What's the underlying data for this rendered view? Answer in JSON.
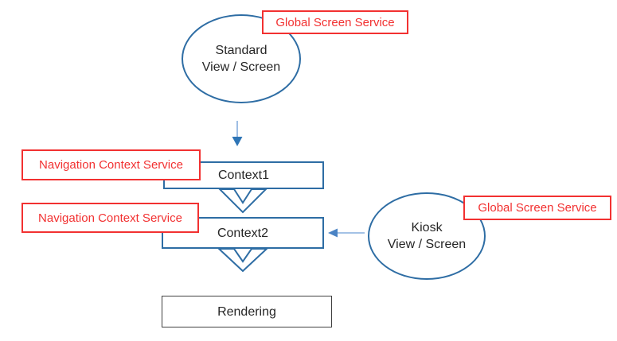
{
  "diagram": {
    "nodes": {
      "standard_screen": {
        "shape": "ellipse",
        "line1": "Standard",
        "line2": "View / Screen"
      },
      "kiosk_screen": {
        "shape": "ellipse",
        "line1": "Kiosk",
        "line2": "View / Screen"
      },
      "context1": {
        "shape": "rectangle",
        "label": "Context1"
      },
      "context2": {
        "shape": "rectangle",
        "label": "Context2"
      },
      "rendering": {
        "shape": "rectangle",
        "label": "Rendering"
      }
    },
    "annotations": {
      "global_screen_service_top": "Global Screen Service",
      "navigation_context_service_top": "Navigation Context Service",
      "navigation_context_service_bottom": "Navigation Context Service",
      "global_screen_service_right": "Global Screen Service"
    },
    "connectors": [
      {
        "name": "standard-to-context1",
        "type": "thin-arrow",
        "direction": "down"
      },
      {
        "name": "context1-to-context2",
        "type": "hollow-block-arrow",
        "direction": "down"
      },
      {
        "name": "kiosk-to-context2",
        "type": "thin-arrow",
        "direction": "left"
      },
      {
        "name": "context2-to-rendering",
        "type": "hollow-block-arrow",
        "direction": "down"
      }
    ],
    "colors": {
      "background": "#ffffff",
      "shape_border_blue": "#2e6da4",
      "annotation_red": "#f23131",
      "connector_light_blue": "#86aede",
      "arrowhead_blue": "#2e75b6",
      "arrowhead_left_blue": "#4a83c4",
      "rendering_border": "#404040",
      "text": "#262626"
    }
  }
}
